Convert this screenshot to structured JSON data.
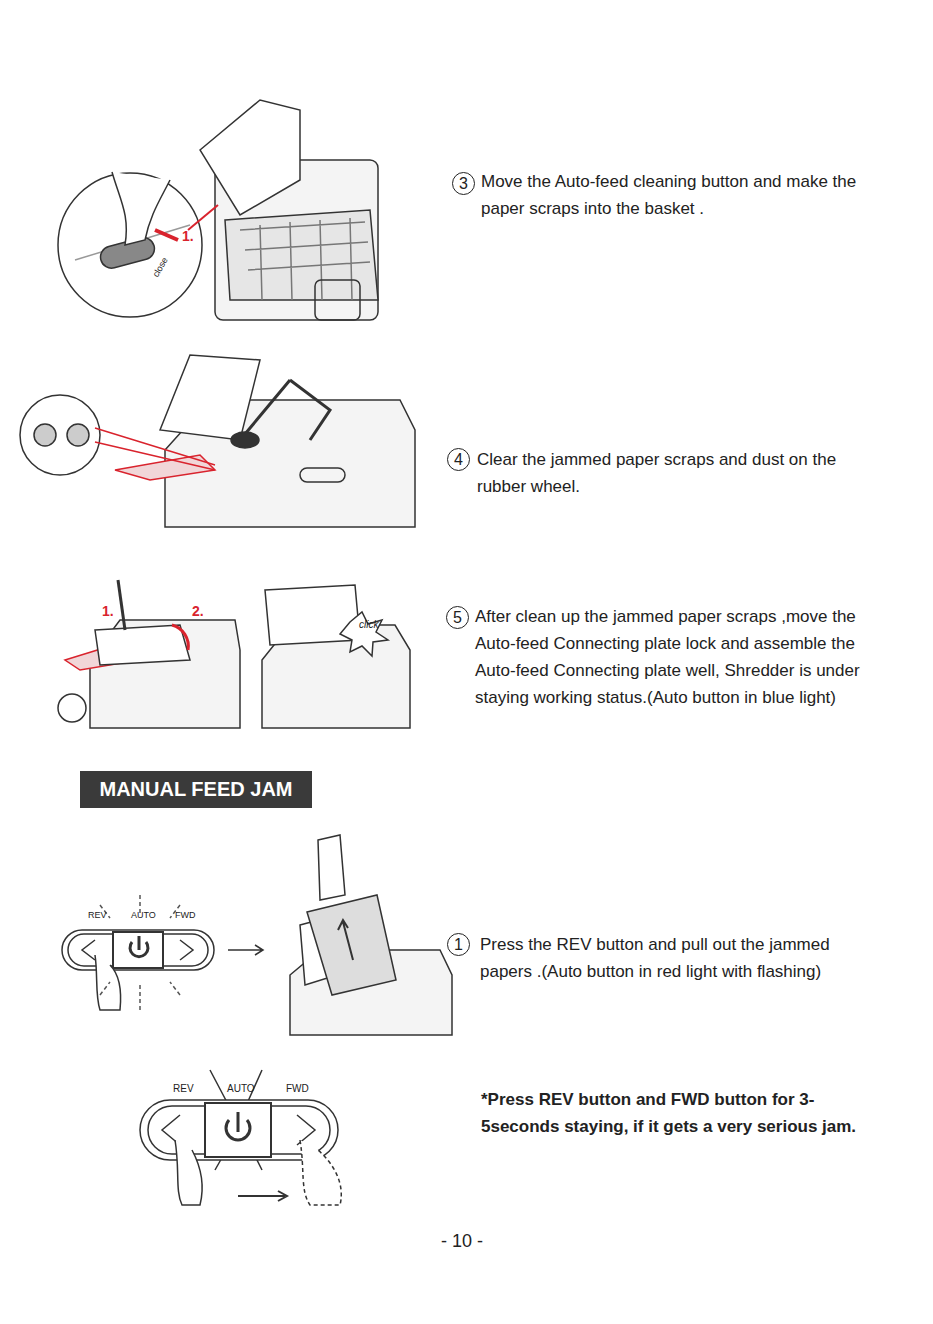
{
  "diagram": {
    "nodes": [
      {
        "text": [
          "3"
        ]
      },
      {
        "text": [
          "4"
        ]
      },
      {
        "text": [
          "5"
        ]
      },
      {
        "text": [
          "MANUAL FEED JAM"
        ]
      },
      {
        "text": [
          "1"
        ]
      }
    ],
    "labels": [
      "1.",
      "close",
      "Move the Auto-feed cleaning button and make the paper scraps into the basket .",
      "Clear the jammed paper scraps and dust on the rubber wheel.",
      "1.",
      "2.",
      "click",
      "After clean up the jammed paper scraps ,move the Auto-feed Connecting plate lock and assemble the Auto-feed Connecting plate well, Shredder is under staying working status.(Auto button in blue light)",
      "REV",
      "AUTO",
      "FWD",
      "Press the REV button and pull out the jammed papers .(Auto button in red light with flashing)",
      "REV",
      "AUTO",
      "FWD",
      "*Press REV button and FWD button for 3-5seconds staying, if it gets a very serious jam.",
      "- 10 -"
    ]
  }
}
